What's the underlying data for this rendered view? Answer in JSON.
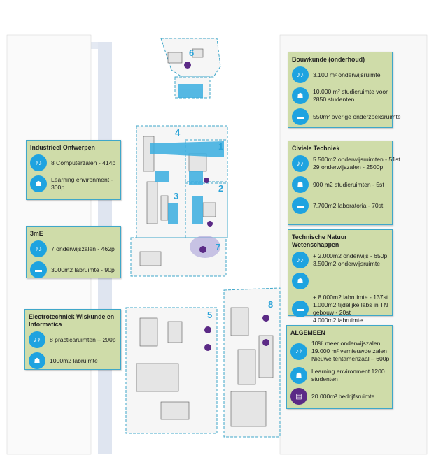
{
  "map": {
    "zone_numbers": [
      "6",
      "4",
      "1",
      "2",
      "3",
      "7",
      "5",
      "8"
    ]
  },
  "panels": {
    "bouwkunde": {
      "title": "Bouwkunde (onderhoud)",
      "rows": [
        {
          "icon": "classroom-icon",
          "lines": [
            "3.100 m² onderwijsruimte"
          ]
        },
        {
          "icon": "study-icon",
          "lines": [
            "10.000 m² studieruimte voor",
            "2850 studenten"
          ]
        },
        {
          "icon": "lab-icon",
          "lines": [
            "550m² overige onderzoeksruimte"
          ]
        }
      ]
    },
    "civiele": {
      "title": "Civiele Techniek",
      "rows": [
        {
          "icon": "classroom-icon",
          "lines": [
            "5.500m2 onderwijsruimten - 51st",
            "29 onderwijszalen - 2500p"
          ]
        },
        {
          "icon": "study-icon",
          "lines": [
            "900 m2 studieruimten - 5st"
          ]
        },
        {
          "icon": "lab-icon",
          "lines": [
            "7.700m2 laboratoria - 70st"
          ]
        }
      ]
    },
    "tnw": {
      "title": "Technische Natuur Wetenschappen",
      "rows": [
        {
          "icon": "classroom-icon",
          "lines": [
            "+ 2.000m2 onderwijs - 650p",
            "3.500m2 onderwijsruimte"
          ]
        },
        {
          "icon": "study-icon",
          "lines": []
        },
        {
          "icon": "lab-icon",
          "lines": [
            "+ 8.000m2 labruimte - 137st",
            "1.000m2 tijdelijke labs in TN",
            "gebouw - 20st",
            "4.000m2  labruimte"
          ]
        }
      ]
    },
    "algemeen": {
      "title": "ALGEMEEN",
      "rows": [
        {
          "icon": "classroom-icon",
          "lines": [
            "10% meer onderwijszalen",
            "19.000 m² vernieuwde zalen",
            "Nieuwe tentamenzaal – 600p"
          ]
        },
        {
          "icon": "study-icon",
          "lines": [
            "Learning environment 1200",
            "studenten"
          ]
        },
        {
          "icon": "business-icon",
          "lines": [
            "20.000m² bedrijfsruimte"
          ]
        }
      ]
    },
    "io": {
      "title": "Industrieel Ontwerpen",
      "rows": [
        {
          "icon": "classroom-icon",
          "lines": [
            "8 Computerzalen -  414p"
          ]
        },
        {
          "icon": "study-icon",
          "lines": [
            "Learning environment -",
            "300p"
          ]
        }
      ]
    },
    "me": {
      "title": "3mE",
      "rows": [
        {
          "icon": "classroom-icon",
          "lines": [
            "7 onderwijszalen - 462p"
          ]
        },
        {
          "icon": "lab-icon",
          "lines": [
            "3000m2 labruimte - 90p"
          ]
        }
      ]
    },
    "ewi": {
      "title": "Electrotechniek Wiskunde en Informatica",
      "rows": [
        {
          "icon": "classroom-icon",
          "lines": [
            "8 practicaruimten – 200p"
          ]
        },
        {
          "icon": "study-icon",
          "lines": [
            "1000m2 labruimte"
          ]
        }
      ]
    }
  },
  "colors": {
    "panel": "#cfdca9",
    "border": "#3fa7c9",
    "icon": "#1ea3e0",
    "business": "#5b2a86"
  }
}
